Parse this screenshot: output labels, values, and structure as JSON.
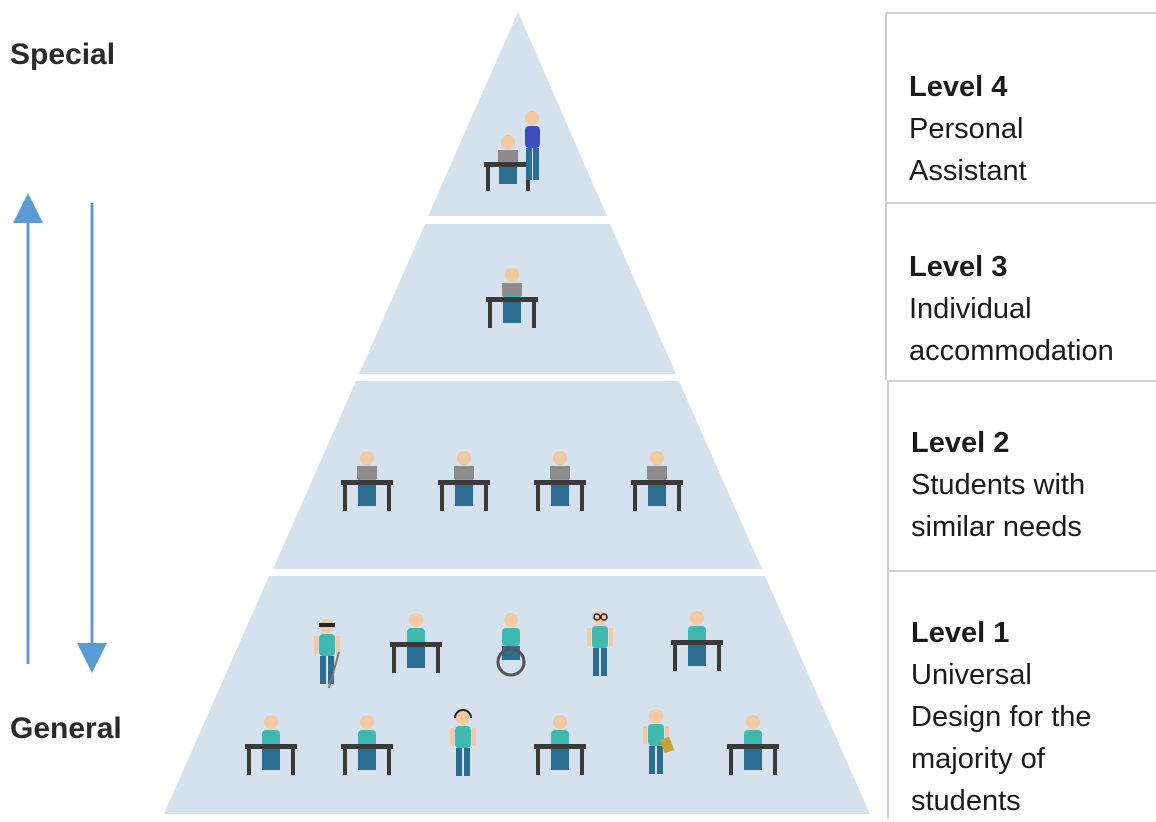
{
  "axis": {
    "top_label": "Special",
    "bottom_label": "General"
  },
  "levels": [
    {
      "title": "Level 4",
      "description": "Personal\nAssistant"
    },
    {
      "title": "Level 3",
      "description": "Individual\naccommodation"
    },
    {
      "title": "Level 2",
      "description": "Students  with\nsimilar needs"
    },
    {
      "title": "Level 1",
      "description": "Universal\nDesign for the\nmajority of\nstudents"
    }
  ],
  "colors": {
    "pyramid_fill": "#d5e1ec",
    "arrow": "#5b9bd5",
    "figure_skin": "#f2c9a0",
    "figure_shirt": "#3fb8b0",
    "figure_pants": "#2c6e91",
    "assistant_shirt": "#3b4fbf",
    "desk": "#3a3a3a",
    "laptop": "#8c8c8c"
  },
  "icons": {
    "level4": [
      "student-with-assistant-icon"
    ],
    "level3": [
      "student-at-desk-laptop-icon"
    ],
    "level2": [
      "student-at-desk-laptop-icon",
      "student-at-desk-laptop-icon",
      "student-at-desk-laptop-icon",
      "student-at-desk-laptop-icon"
    ],
    "level1_row1": [
      "blind-person-cane-icon",
      "student-at-desk-icon",
      "wheelchair-user-icon",
      "person-glasses-icon",
      "student-at-desk-icon"
    ],
    "level1_row2": [
      "student-at-desk-icon",
      "student-at-desk-icon",
      "person-headphones-icon",
      "student-at-desk-icon",
      "person-with-book-icon",
      "student-at-desk-icon"
    ]
  }
}
